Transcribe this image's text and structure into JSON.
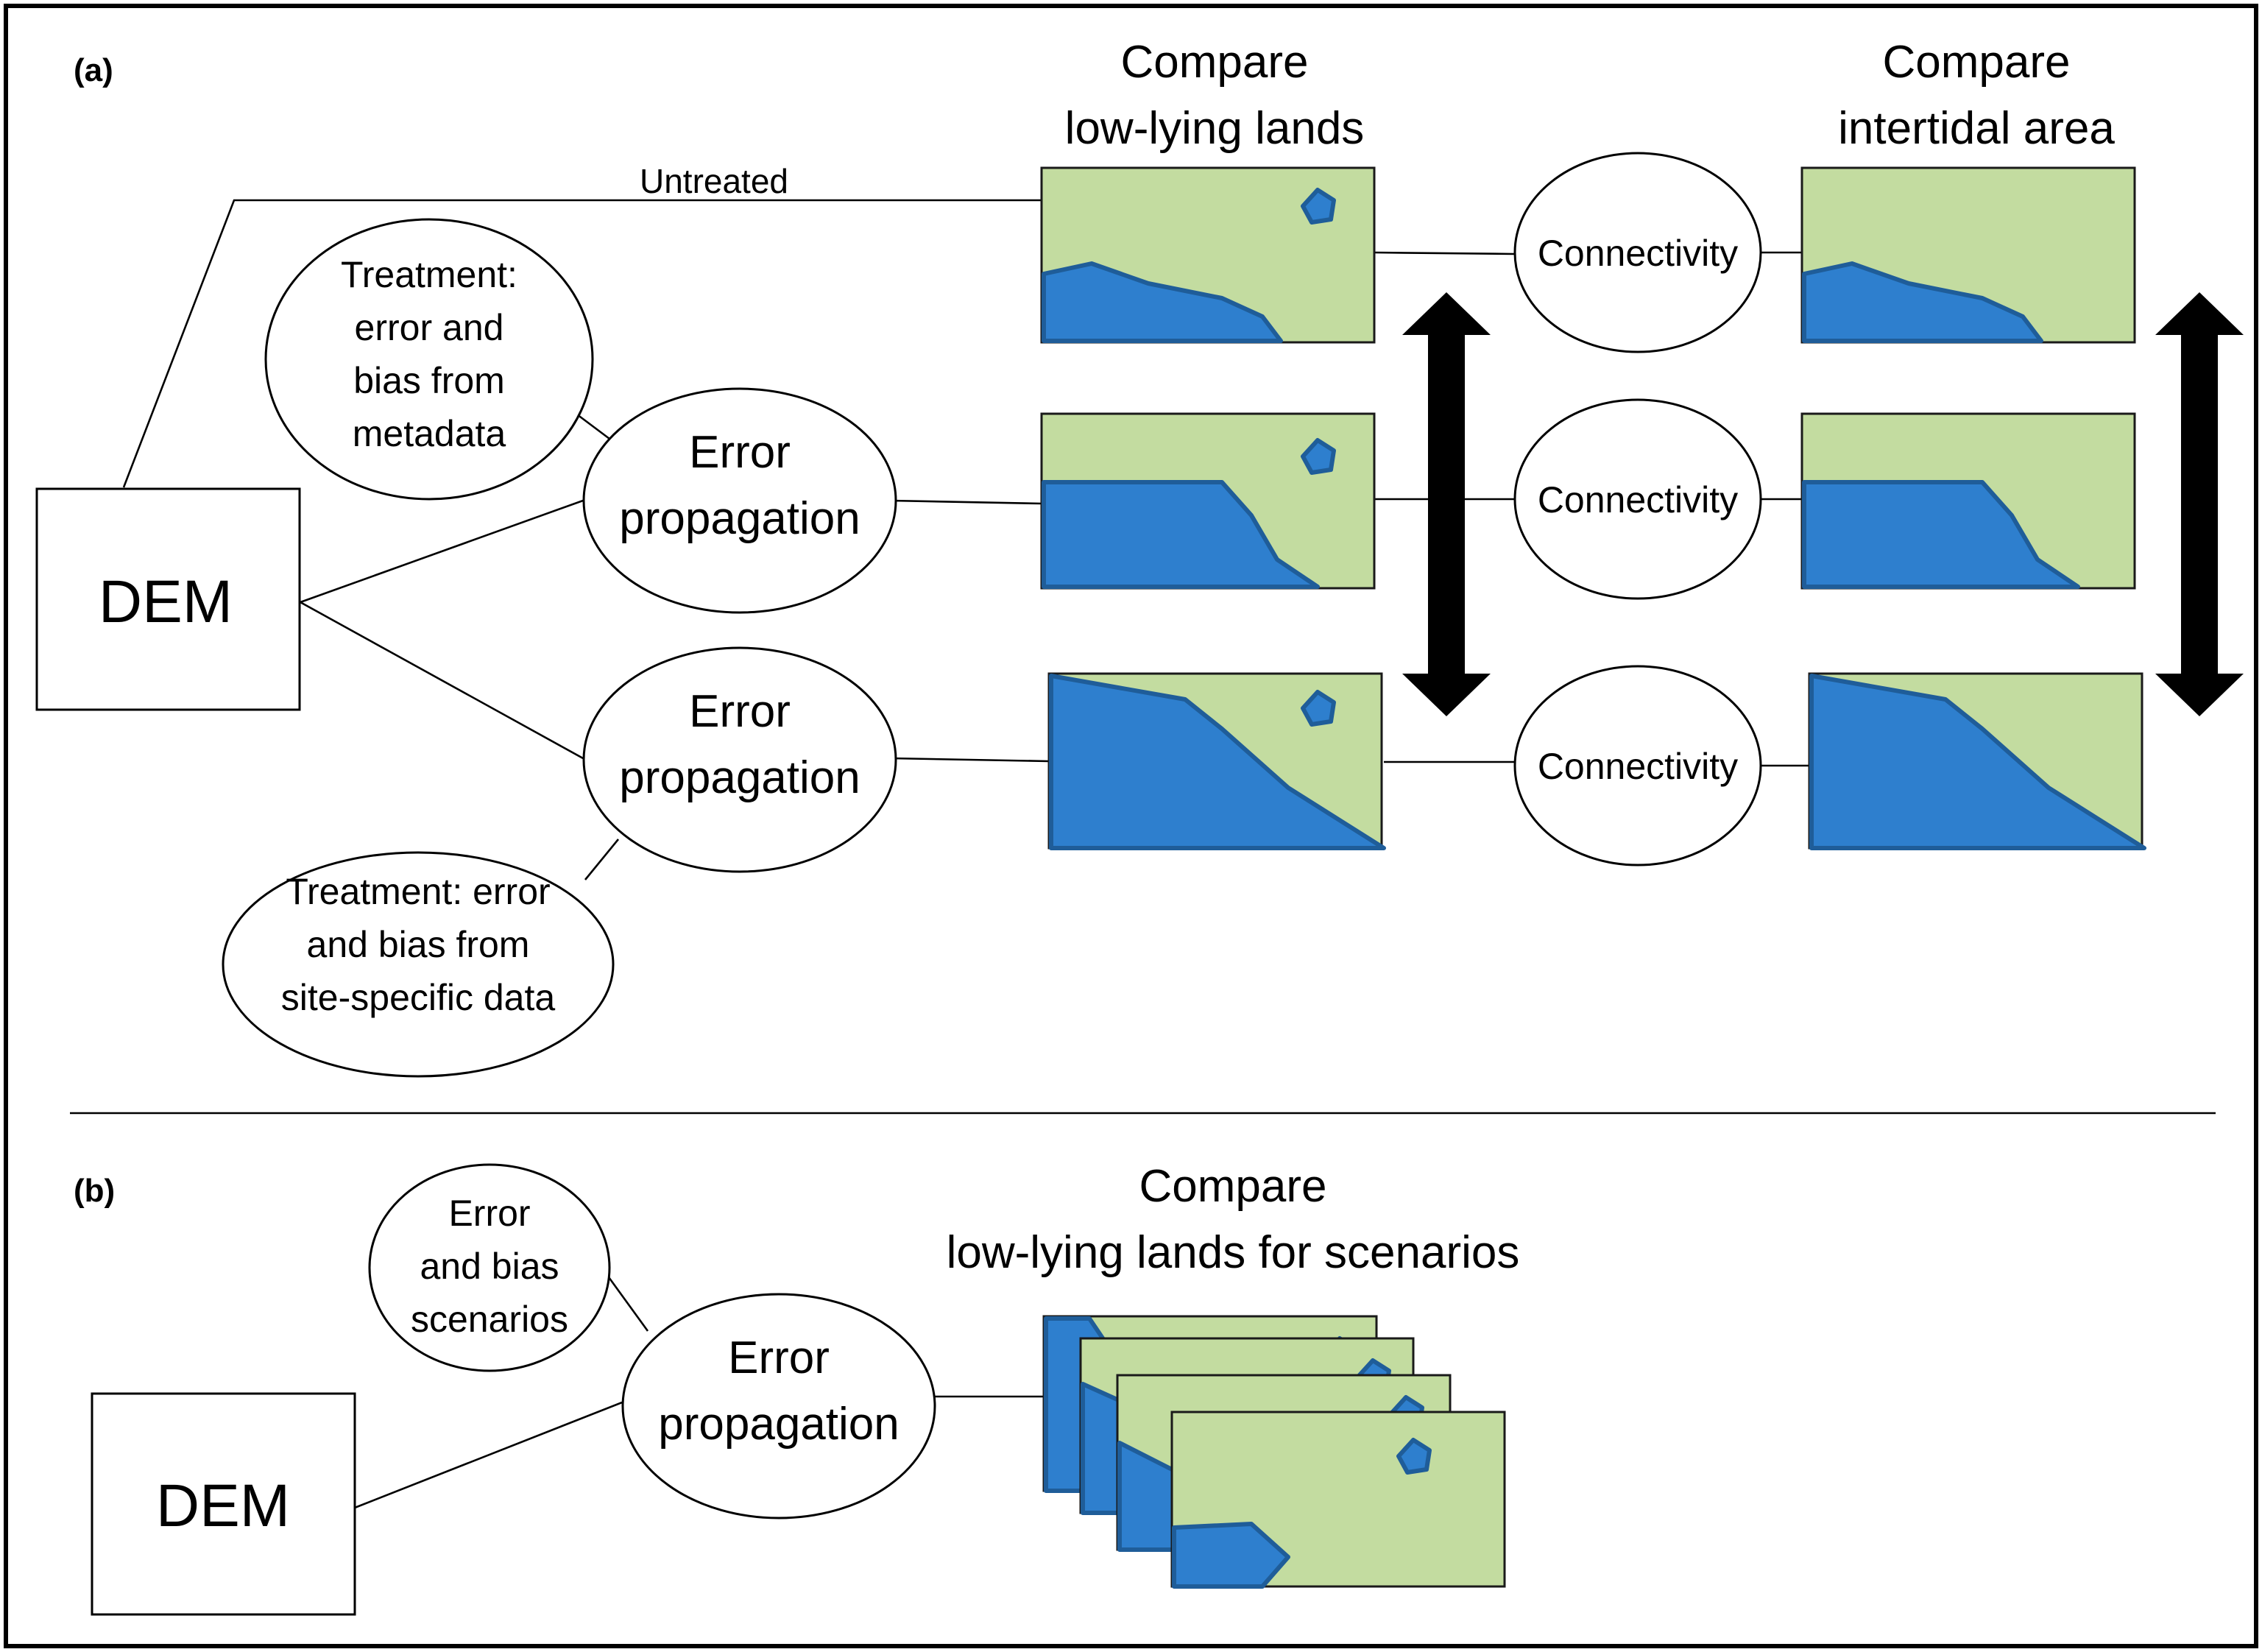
{
  "panel_a": {
    "label": "(a)",
    "header_lowlying": [
      "Compare",
      "low-lying lands"
    ],
    "header_intertidal": [
      "Compare",
      "intertidal area"
    ],
    "untreated_label": "Untreated",
    "dem_label": "DEM",
    "treatment_metadata": [
      "Treatment:",
      "error and",
      "bias from",
      "metadata"
    ],
    "treatment_site": [
      "Treatment: error",
      "and bias from",
      "site-specific data"
    ],
    "error_propagation": [
      "Error",
      "propagation"
    ],
    "connectivity": "Connectivity"
  },
  "panel_b": {
    "label": "(b)",
    "header": [
      "Compare",
      "low-lying lands for scenarios"
    ],
    "scenarios": [
      "Error",
      "and bias",
      "scenarios"
    ],
    "error_propagation": [
      "Error",
      "propagation"
    ],
    "dem_label": "DEM"
  },
  "colors": {
    "land": "#c3dca0",
    "water": "#2e7fce",
    "water_edge": "#1f5d99"
  }
}
